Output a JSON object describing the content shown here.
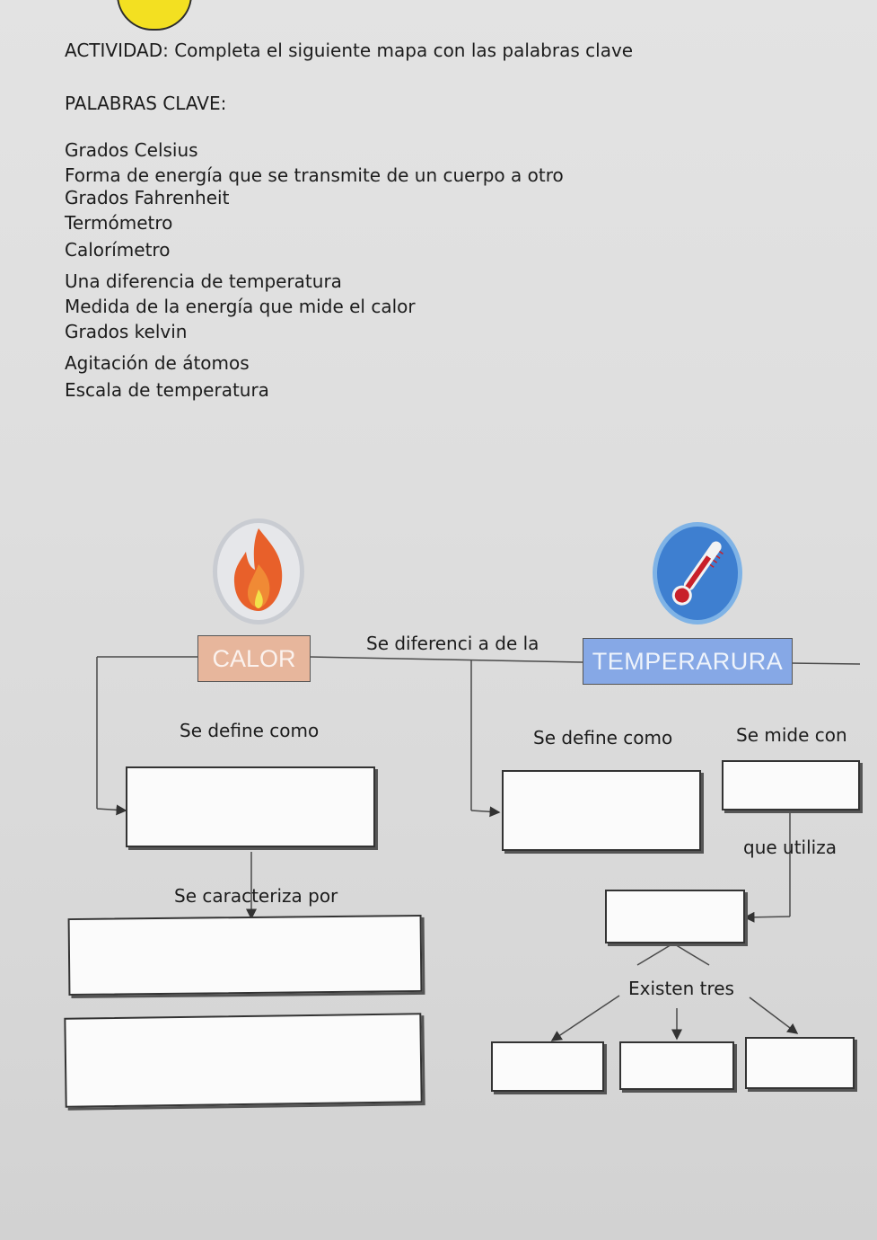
{
  "activity": {
    "heading": "ACTIVIDAD: Completa el siguiente mapa con las palabras clave",
    "keywords_title": "PALABRAS CLAVE:",
    "keywords": [
      "Grados Celsius",
      "Forma de energía que se transmite de un cuerpo a otro",
      "Grados Fahrenheit",
      "Termómetro",
      "Calorímetro",
      "Una diferencia de temperatura",
      "Medida de la energía que mide el calor",
      "Grados kelvin",
      "Agitación de átomos",
      "Escala de temperatura"
    ]
  },
  "map": {
    "calor_label": "CALOR",
    "temperatura_label": "TEMPERARURA",
    "link_diferencia": "Se diferenci a de la",
    "link_calor_define": "Se define como",
    "link_calor_caracteriza": "Se caracteriza por",
    "link_temp_define": "Se define como",
    "link_temp_mide": "Se mide con",
    "link_utiliza": "que utiliza",
    "link_existen": "Existen tres"
  },
  "icons": [
    "flame-icon",
    "thermometer-icon",
    "shield-logo"
  ],
  "colors": {
    "calor_box": "#e7b69c",
    "temperatura_box": "#86a8e6",
    "flame": "#e8602a",
    "thermometer_bg": "#3e7fd0",
    "thermometer_red": "#c8202a",
    "shield": "#f3e021"
  }
}
